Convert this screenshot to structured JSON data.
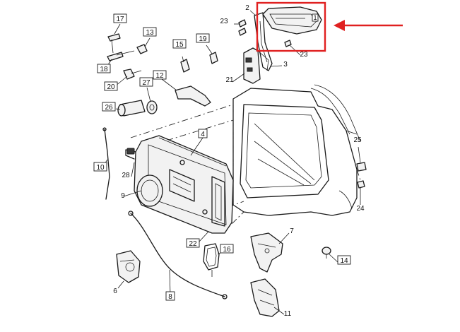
{
  "diagram": {
    "highlight_color": "#e02020",
    "line_color": "#1a1a1a",
    "highlighted_callout": "1",
    "callouts": [
      {
        "id": "callout-1",
        "label": "1"
      },
      {
        "id": "callout-2",
        "label": "2"
      },
      {
        "id": "callout-3",
        "label": "3"
      },
      {
        "id": "callout-4",
        "label": "4"
      },
      {
        "id": "callout-6",
        "label": "6"
      },
      {
        "id": "callout-7",
        "label": "7"
      },
      {
        "id": "callout-8",
        "label": "8"
      },
      {
        "id": "callout-9",
        "label": "9"
      },
      {
        "id": "callout-10",
        "label": "10"
      },
      {
        "id": "callout-11",
        "label": "11"
      },
      {
        "id": "callout-12",
        "label": "12"
      },
      {
        "id": "callout-13",
        "label": "13"
      },
      {
        "id": "callout-14",
        "label": "14"
      },
      {
        "id": "callout-15",
        "label": "15"
      },
      {
        "id": "callout-16",
        "label": "16"
      },
      {
        "id": "callout-17",
        "label": "17"
      },
      {
        "id": "callout-18",
        "label": "18"
      },
      {
        "id": "callout-19",
        "label": "19"
      },
      {
        "id": "callout-20",
        "label": "20"
      },
      {
        "id": "callout-21",
        "label": "21"
      },
      {
        "id": "callout-22",
        "label": "22"
      },
      {
        "id": "callout-23a",
        "label": "23"
      },
      {
        "id": "callout-23b",
        "label": "23"
      },
      {
        "id": "callout-24",
        "label": "24"
      },
      {
        "id": "callout-25",
        "label": "25"
      },
      {
        "id": "callout-26",
        "label": "26"
      },
      {
        "id": "callout-27",
        "label": "27"
      },
      {
        "id": "callout-28",
        "label": "28"
      }
    ]
  }
}
